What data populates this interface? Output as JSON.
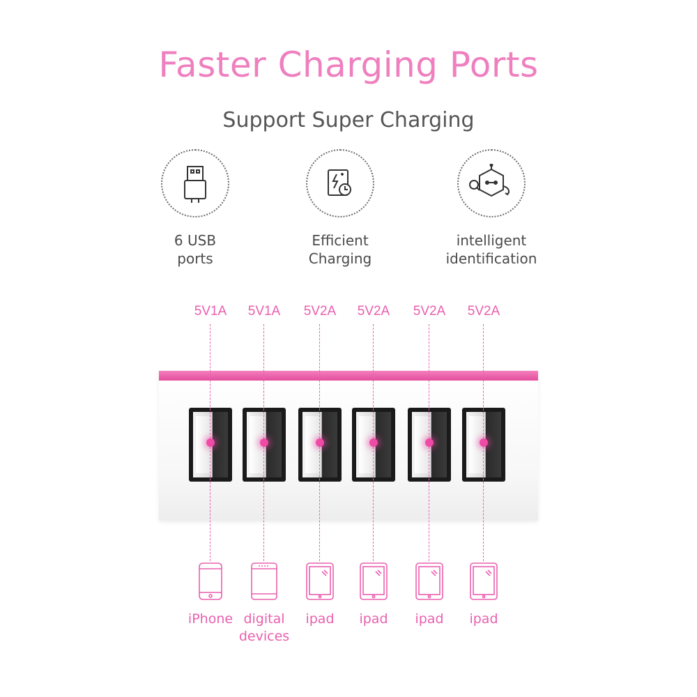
{
  "header": {
    "title": "Faster Charging Ports",
    "subtitle": "Support Super Charging"
  },
  "features": [
    {
      "icon": "usb-plug-icon",
      "label": "6 USB\nports"
    },
    {
      "icon": "fast-charge-icon",
      "label": "Efficient\nCharging"
    },
    {
      "icon": "smart-chip-icon",
      "label": "intelligent\nidentification"
    }
  ],
  "ports": [
    {
      "spec": "5V1A",
      "device_icon": "iphone-icon",
      "device_label": "iPhone"
    },
    {
      "spec": "5V1A",
      "device_icon": "tablet-icon",
      "device_label": "digital\ndevices"
    },
    {
      "spec": "5V2A",
      "device_icon": "ipad-icon",
      "device_label": "ipad"
    },
    {
      "spec": "5V2A",
      "device_icon": "ipad-icon",
      "device_label": "ipad"
    },
    {
      "spec": "5V2A",
      "device_icon": "ipad-icon",
      "device_label": "ipad"
    },
    {
      "spec": "5V2A",
      "device_icon": "ipad-icon",
      "device_label": "ipad"
    }
  ],
  "colors": {
    "accent": "#ea5fae",
    "title": "#ef7fbf",
    "text": "#555555"
  }
}
